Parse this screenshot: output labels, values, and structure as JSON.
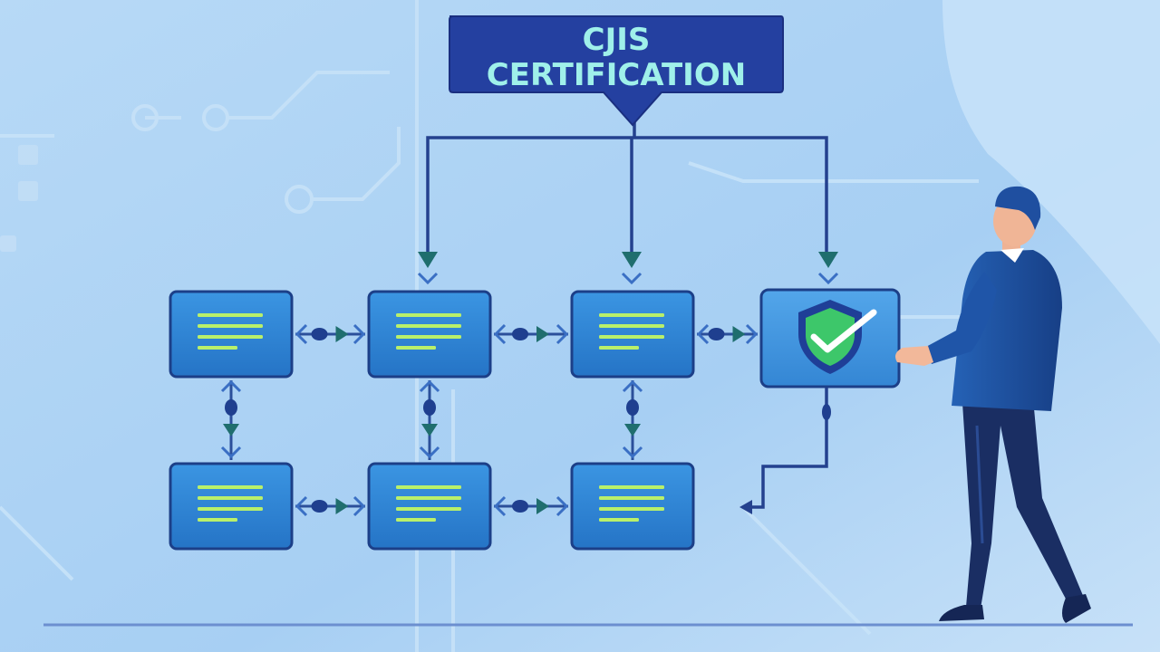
{
  "banner": {
    "line1": "CJIS",
    "line2": "CERTIFICATION"
  },
  "colors": {
    "background": "#b3d7f5",
    "banner_fill": "#2440a0",
    "banner_text": "#9ff0ea",
    "node_fill": "#2f86d6",
    "node_text_lines": "#b9f06a",
    "connector": "#24418e",
    "arrow_teal": "#1f6e6e",
    "shield_green": "#3dc76a",
    "suit": "#1e4f9c",
    "pants": "#1a2e63"
  },
  "diagram": {
    "grid_rows": 2,
    "grid_cols": 3,
    "highlight_node_icon": "shield-check-icon",
    "document_nodes": [
      {
        "id": "r1c1"
      },
      {
        "id": "r1c2"
      },
      {
        "id": "r1c3"
      },
      {
        "id": "r2c1"
      },
      {
        "id": "r2c2"
      },
      {
        "id": "r2c3"
      }
    ]
  }
}
